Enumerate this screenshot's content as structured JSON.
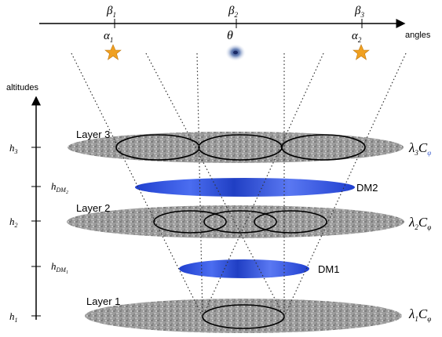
{
  "top_axis": {
    "label": "angles",
    "beta1": "β",
    "beta1_sub": "1",
    "beta2": "β",
    "beta2_sub": "2",
    "beta3": "β",
    "beta3_sub": "3",
    "alpha1": "α",
    "alpha1_sub": "1",
    "theta": "θ",
    "alpha2": "α",
    "alpha2_sub": "2"
  },
  "left_axis": {
    "label": "altitudes",
    "h3": "h",
    "h3_sub": "3",
    "hdm2": "h",
    "hdm2_sub": "DM",
    "hdm2_subsub": "2",
    "h2": "h",
    "h2_sub": "2",
    "hdm1": "h",
    "hdm1_sub": "DM",
    "hdm1_subsub": "1",
    "h1": "h",
    "h1_sub": "1"
  },
  "layers": {
    "layer3": "Layer 3",
    "layer2": "Layer 2",
    "layer1": "Layer 1",
    "dm2": "DM2",
    "dm1": "DM1"
  },
  "covariance_labels": {
    "l3_lambda": "λ",
    "l3_lambda_sub": "3",
    "l3_c": "C",
    "l3_c_sub": "φ",
    "l2_lambda": "λ",
    "l2_lambda_sub": "2",
    "l2_c": "C",
    "l2_c_sub": "φ",
    "l1_lambda": "λ",
    "l1_lambda_sub": "1",
    "l1_c": "C",
    "l1_c_sub": "φ"
  },
  "colors": {
    "dm_blue": "#2f4fd6",
    "star": "#f0a020",
    "layer_gray": "#9a9a9a"
  }
}
